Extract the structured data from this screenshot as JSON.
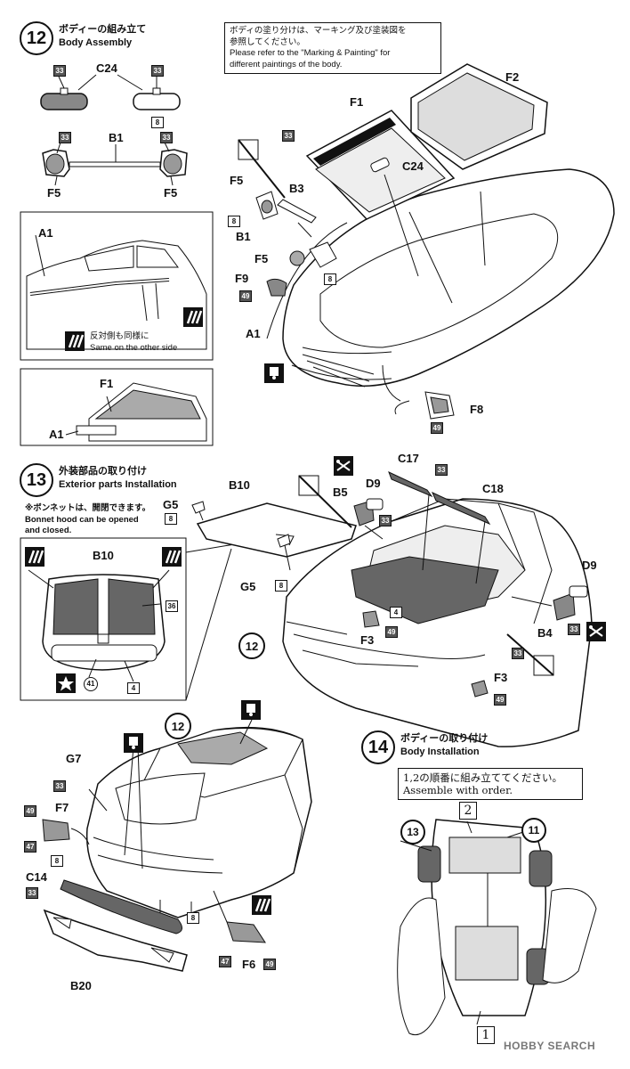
{
  "step12": {
    "number": "12",
    "title_jp": "ボディーの組み立て",
    "title_en": "Body Assembly",
    "paint_note": {
      "jp_line1": "ボディの塗り分けは、マーキング及び塗装図を",
      "jp_line2": "参照してください。",
      "en_line1": "Please refer to the \"Marking & Painting\" for",
      "en_line2": "different paintings of the body."
    },
    "parts": {
      "c24": "C24",
      "b1": "B1",
      "f5": "F5",
      "f1": "F1",
      "f2": "F2",
      "a1": "A1",
      "b3": "B3",
      "f9": "F9",
      "f8": "F8"
    },
    "codes": {
      "c33": "33",
      "c8": "8",
      "c49": "49"
    },
    "same_side_jp": "反対側も同様に",
    "same_side_en": "Same on the other side"
  },
  "step13": {
    "number": "13",
    "title_jp": "外装部品の取り付け",
    "title_en": "Exterior parts Installation",
    "bonnet_note_jp": "※ボンネットは、開閉できます。",
    "bonnet_note_en1": "Bonnet hood can be opened",
    "bonnet_note_en2": "and closed.",
    "parts": {
      "b10": "B10",
      "g5": "G5",
      "b5": "B5",
      "d9": "D9",
      "c17": "C17",
      "c18": "C18",
      "f3": "F3",
      "b4": "B4",
      "ref12": "12"
    },
    "codes": {
      "c36": "36",
      "c41": "41",
      "c4": "4",
      "c8": "8",
      "c33": "33",
      "c49": "49"
    }
  },
  "rear": {
    "parts": {
      "g7": "G7",
      "f7": "F7",
      "c14": "C14",
      "b20": "B20",
      "f6": "F6",
      "ref12": "12"
    },
    "codes": {
      "c33": "33",
      "c49": "49",
      "c47": "47",
      "c8": "8"
    }
  },
  "step14": {
    "number": "14",
    "title_jp": "ボディーの取り付け",
    "title_en": "Body Installation",
    "order_jp": "1,2の順番に組み立ててください。",
    "order_en": "Assemble with order.",
    "order_2": "2",
    "order_1": "1",
    "ref13": "13",
    "ref11": "11"
  },
  "watermark": "HOBBY SEARCH",
  "colors": {
    "ink": "#111111",
    "screen_tone": "#555555",
    "panel_grey": "#9a9a9a"
  },
  "icons": [
    "scissors-icon",
    "drill-hole-icon",
    "paint-brush-icon",
    "star-icon",
    "cement-icon"
  ]
}
